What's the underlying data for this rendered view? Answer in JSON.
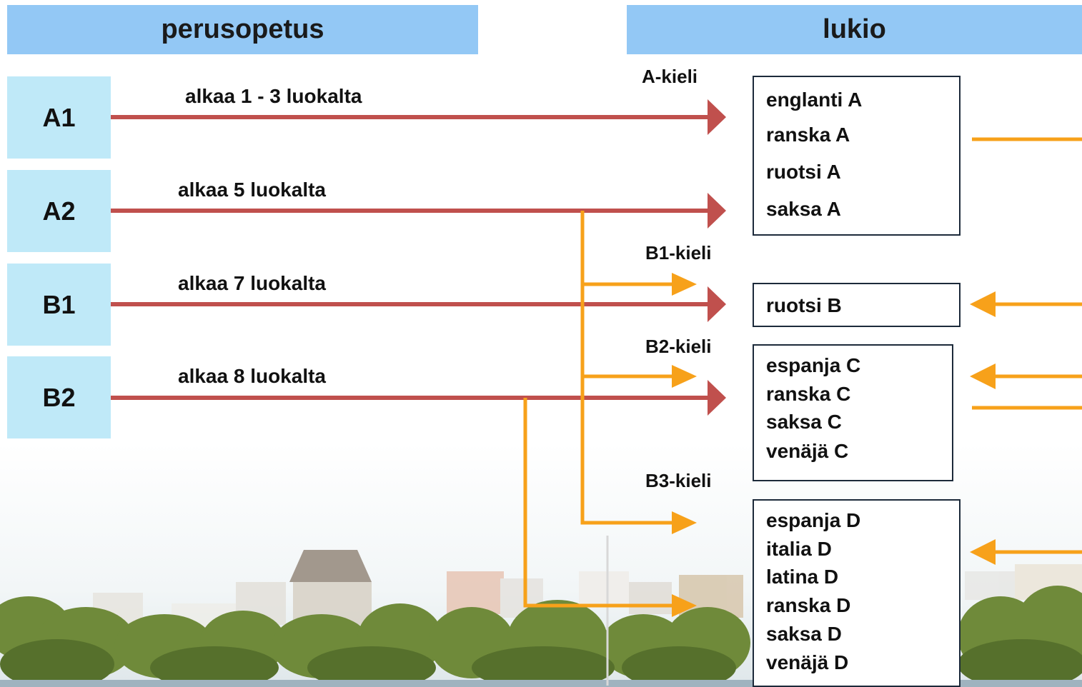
{
  "headers": {
    "left": "perusopetus",
    "right": "lukio"
  },
  "levels": [
    {
      "label": "A1",
      "start": "alkaa 1 - 3 luokalta"
    },
    {
      "label": "A2",
      "start": "alkaa 5 luokalta"
    },
    {
      "label": "B1",
      "start": "alkaa 7 luokalta"
    },
    {
      "label": "B2",
      "start": "alkaa 8 luokalta"
    }
  ],
  "kinds": {
    "a": "A-kieli",
    "b1": "B1-kieli",
    "b2": "B2-kieli",
    "b3": "B3-kieli"
  },
  "boxes": {
    "a": [
      "englanti A",
      "ranska A",
      "ruotsi A",
      "saksa A"
    ],
    "b1": [
      "ruotsi B"
    ],
    "b2": [
      "espanja C",
      "ranska C",
      "saksa C",
      "venäjä C"
    ],
    "b3": [
      "espanja D",
      "italia D",
      "latina D",
      "ranska D",
      "saksa D",
      "venäjä D"
    ]
  },
  "colors": {
    "header_bg": "#93c8f5",
    "level_bg": "#bfe9f8",
    "red_arrow": "#c0504d",
    "orange_arrow": "#f7a11a"
  }
}
